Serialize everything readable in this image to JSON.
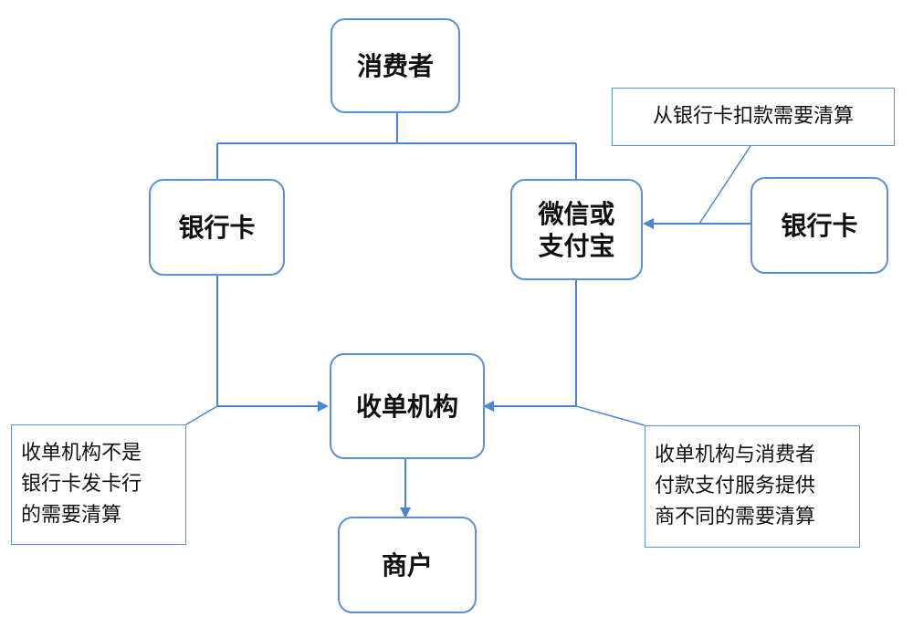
{
  "nodes": {
    "consumer": "消费者",
    "bank_card_left": "银行卡",
    "wechat_alipay": "微信或\n支付宝",
    "bank_card_right": "银行卡",
    "acquirer": "收单机构",
    "merchant": "商户"
  },
  "notes": {
    "deduct_from_card": "从银行卡扣款需要清算",
    "acquirer_not_issuer": "收单机构不是\n银行卡发卡行\n的需要清算",
    "acquirer_differs_from_provider": "收单机构与消费者\n付款支付服务提供\n商不同的需要清算"
  },
  "colors": {
    "border": "#5b8fd6",
    "line": "#4a86d8"
  }
}
